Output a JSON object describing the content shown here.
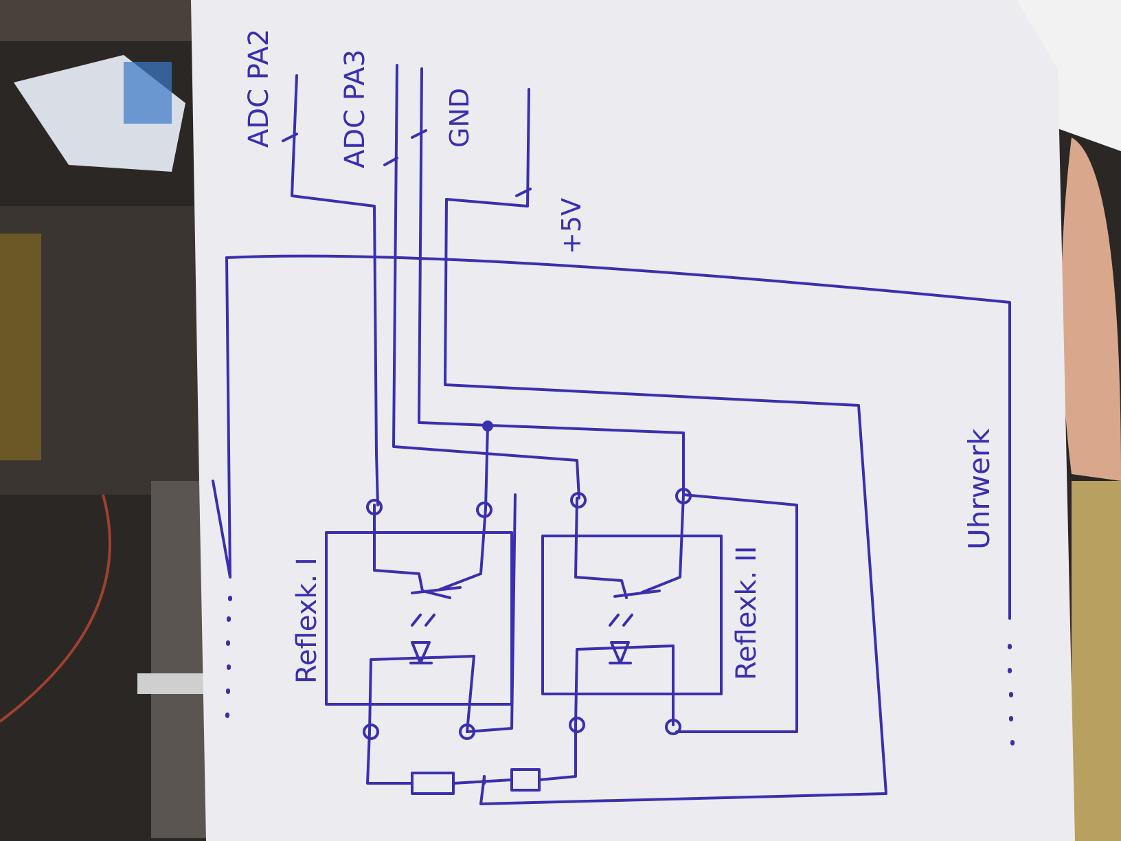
{
  "labels": {
    "adc_pa2": "ADC PA2",
    "adc_pa3": "ADC PA3",
    "gnd": "GND",
    "plus5v": "+5V",
    "reflex1": "Reflexk. I",
    "reflex2": "Reflexk. II",
    "uhrwerk": "Uhrwerk"
  },
  "colors": {
    "ink": "#3a2fb0",
    "paper": "#ecebf0",
    "background": "#2a2622"
  }
}
